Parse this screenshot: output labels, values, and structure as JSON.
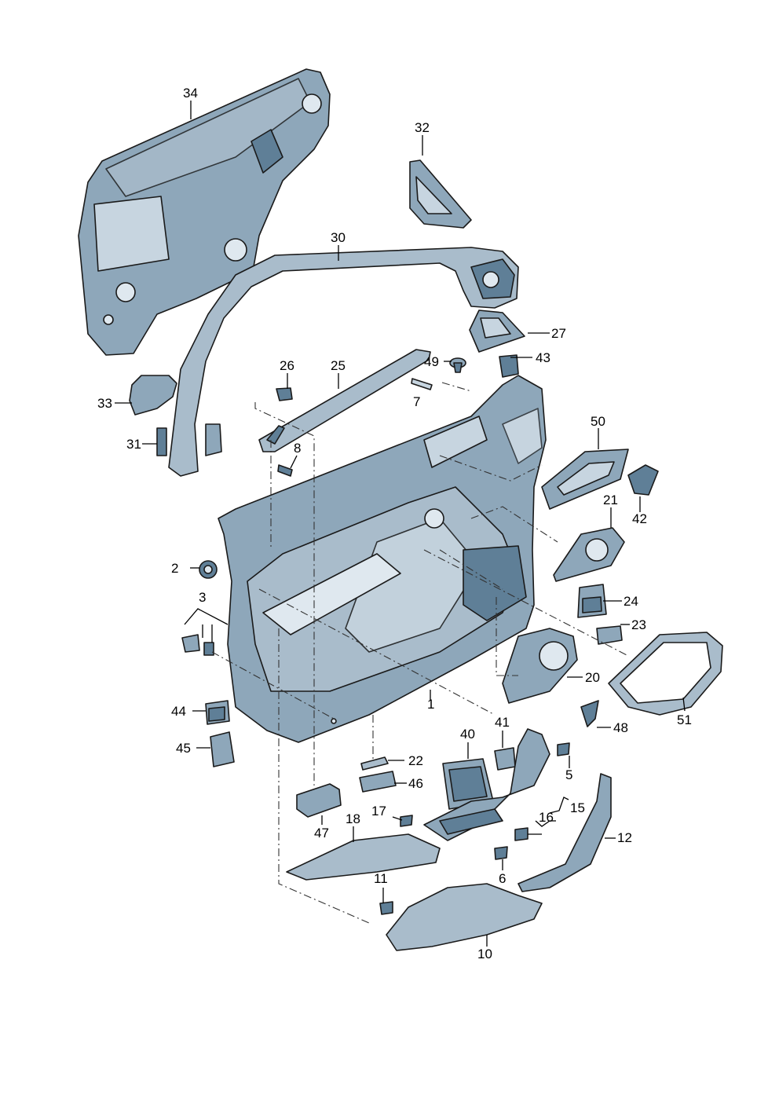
{
  "labels": {
    "l1": "1",
    "l2": "2",
    "l3": "3",
    "l5": "5",
    "l6": "6",
    "l7": "7",
    "l8": "8",
    "l10": "10",
    "l11": "11",
    "l12": "12",
    "l15": "15",
    "l16": "16",
    "l17": "17",
    "l18": "18",
    "l20": "20",
    "l21": "21",
    "l22": "22",
    "l23": "23",
    "l24": "24",
    "l25": "25",
    "l26": "26",
    "l27": "27",
    "l30": "30",
    "l31": "31",
    "l32": "32",
    "l33": "33",
    "l34": "34",
    "l40": "40",
    "l41": "41",
    "l42": "42",
    "l43": "43",
    "l44": "44",
    "l45": "45",
    "l46": "46",
    "l47": "47",
    "l48": "48",
    "l49": "49",
    "l50": "50",
    "l51": "51"
  },
  "colors": {
    "part_fill": "#8ea7ba",
    "part_light": "#c7d5e0",
    "part_dark": "#5f7f97",
    "outline": "#1a1a1a"
  }
}
